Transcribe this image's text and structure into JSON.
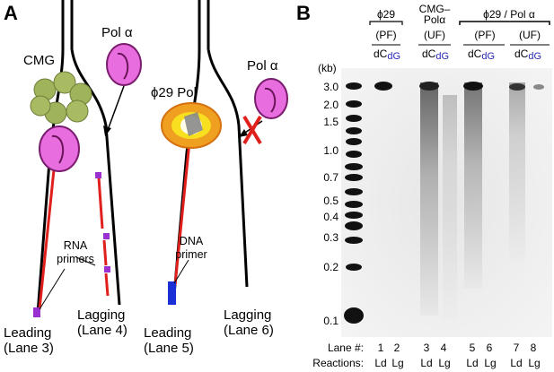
{
  "panel_a": {
    "letter": "A",
    "left_fork": {
      "cmg_label": "CMG",
      "pol_alpha_label": "Pol α",
      "rna_primers_label_line1": "RNA",
      "rna_primers_label_line2": "primers",
      "leading_label_line1": "Leading",
      "leading_label_line2": "(Lane 3)",
      "lagging_label_line1": "Lagging",
      "lagging_label_line2": "(Lane 4)"
    },
    "right_fork": {
      "phi29_label": "ϕ29 Pol",
      "pol_alpha_label": "Pol α",
      "dna_primer_label_line1": "DNA",
      "dna_primer_label_line2": "primer",
      "leading_label_line1": "Leading",
      "leading_label_line2": "(Lane 5)",
      "lagging_label_line1": "Lagging",
      "lagging_label_line2": "(Lane 6)"
    }
  },
  "panel_b": {
    "letter": "B",
    "kb_label": "(kb)",
    "markers": [
      "3.0",
      "2.0",
      "1.5",
      "1.0",
      "0.7",
      "0.5",
      "0.4",
      "0.3",
      "0.2",
      "0.1"
    ],
    "groups": [
      {
        "title": "ϕ29",
        "sub": "(PF)"
      },
      {
        "title_line1": "CMG–",
        "title_line2": "Polα",
        "sub": "(UF)"
      },
      {
        "title": "ϕ29 / Pol α"
      },
      {
        "sub": "(PF)"
      },
      {
        "sub": "(UF)"
      }
    ],
    "dc": "dC",
    "dg": "dG",
    "lane_row_label": "Lane #:",
    "reaction_row_label": "Reactions:",
    "lanes": [
      "1",
      "2",
      "3",
      "4",
      "5",
      "6",
      "7",
      "8"
    ],
    "reactions": [
      "Ld",
      "Lg",
      "Ld",
      "Lg",
      "Ld",
      "Lg",
      "Ld",
      "Lg"
    ]
  },
  "colors": {
    "strand": "#000000",
    "nascent": "#e0201c",
    "primer": "#9b30d0",
    "dna_primer": "#1a2fd6",
    "cmg": "#9fb35a",
    "pol_alpha": "#e86ee0",
    "phi29": "#f0a020",
    "blue_text": "#2a2ab5"
  }
}
